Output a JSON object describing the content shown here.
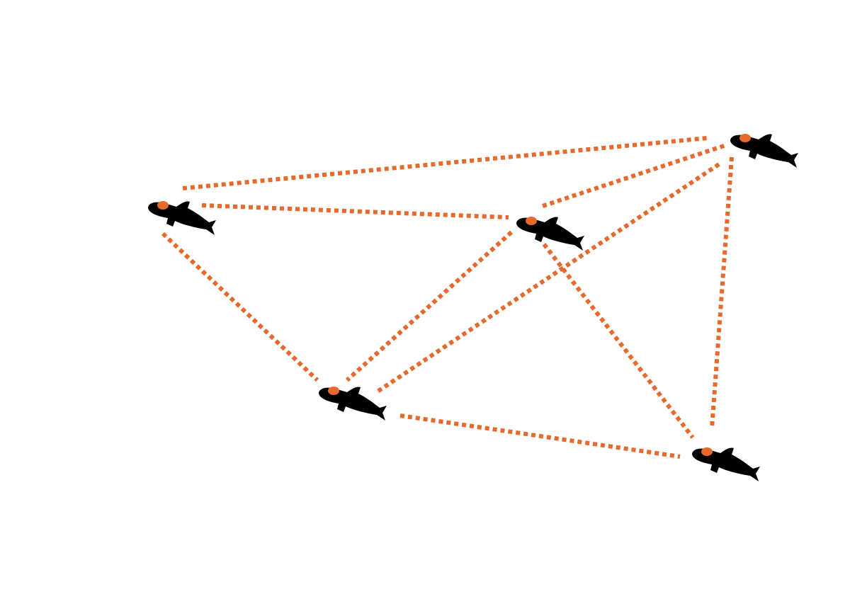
{
  "diagram": {
    "node_type": "whale-with-tag",
    "node_count": 5,
    "edge_style": "dotted",
    "colors": {
      "whale": "#000000",
      "tag": "#E8692C",
      "edge": "#E8692C",
      "background": "#FFFFFF"
    }
  }
}
